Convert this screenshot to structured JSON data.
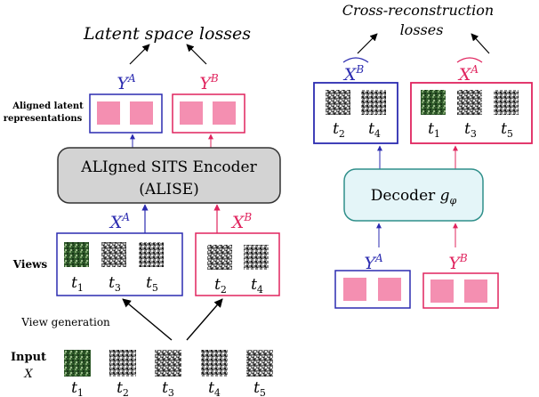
{
  "colors": {
    "blue": "#2b2bb0",
    "red": "#e0245e",
    "pink": "#f48fb1",
    "encoder_fill": "#d3d3d3",
    "decoder_fill": "#e4f5f8",
    "decoder_stroke": "#2f8f8a",
    "ink": "#000000"
  },
  "left": {
    "title": "Latent space losses",
    "label_latent": "Aligned latent",
    "label_latent_2": "representations",
    "label_views": "Views",
    "label_view_gen": "View generation",
    "label_input": "Input",
    "label_input_var": "X",
    "encoder_line1": "ALIgned SITS Encoder",
    "encoder_line2": "(ALISE)",
    "ya_base": "Y",
    "ya_sup": "A",
    "yb_base": "Y",
    "yb_sup": "B",
    "xa_base": "X",
    "xa_sup": "A",
    "xb_base": "X",
    "xb_sup": "B",
    "view_a_times": [
      {
        "b": "t",
        "s": "1"
      },
      {
        "b": "t",
        "s": "3"
      },
      {
        "b": "t",
        "s": "5"
      }
    ],
    "view_b_times": [
      {
        "b": "t",
        "s": "2"
      },
      {
        "b": "t",
        "s": "4"
      }
    ],
    "input_times": [
      {
        "b": "t",
        "s": "1"
      },
      {
        "b": "t",
        "s": "2"
      },
      {
        "b": "t",
        "s": "3"
      },
      {
        "b": "t",
        "s": "4"
      },
      {
        "b": "t",
        "s": "5"
      }
    ]
  },
  "right": {
    "title_line1": "Cross-reconstruction",
    "title_line2": "losses",
    "decoder_label": "Decoder",
    "decoder_var": "g",
    "decoder_sub": "φ",
    "xb_hat_base": "X",
    "xb_hat_sup": "B",
    "xa_hat_base": "X",
    "xa_hat_sup": "A",
    "ya_base": "Y",
    "ya_sup": "A",
    "yb_base": "Y",
    "yb_sup": "B",
    "recon_b_times": [
      {
        "b": "t",
        "s": "2"
      },
      {
        "b": "t",
        "s": "4"
      }
    ],
    "recon_a_times": [
      {
        "b": "t",
        "s": "1"
      },
      {
        "b": "t",
        "s": "3"
      },
      {
        "b": "t",
        "s": "5"
      }
    ]
  }
}
